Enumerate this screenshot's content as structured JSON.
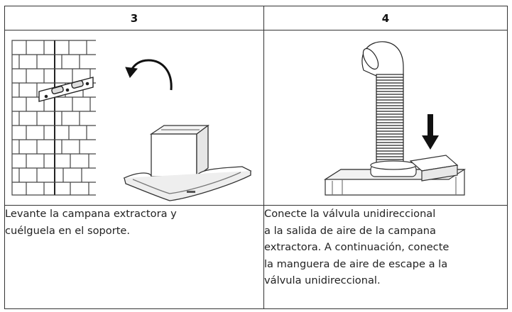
{
  "steps": [
    {
      "number": "3",
      "lines": [
        "Levante la campana extractora y",
        "cuélguela en el soporte."
      ]
    },
    {
      "number": "4",
      "lines": [
        "Conecte la válvula unidireccional",
        "a la salida de aire de la campana",
        "extractora. A continuación, conecte",
        "la manguera de aire de escape a la",
        "válvula unidireccional."
      ]
    }
  ]
}
